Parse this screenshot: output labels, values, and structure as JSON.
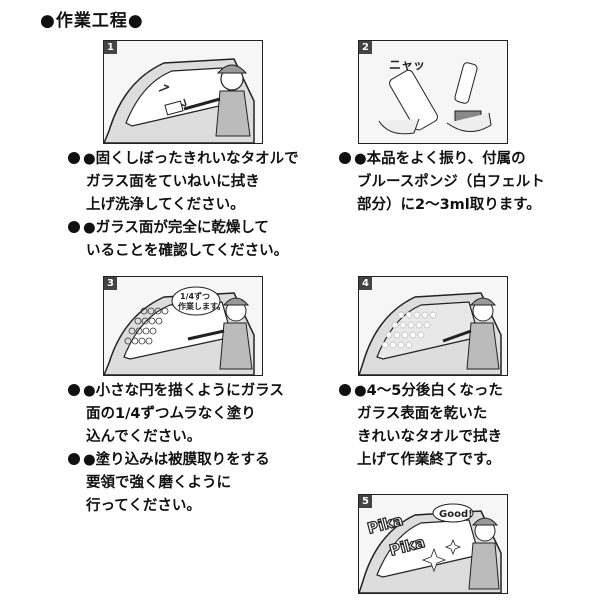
{
  "header": {
    "title": "●作業工程●"
  },
  "steps": [
    {
      "number": "1",
      "lines": [
        "●固くしぼったきれいなタオルで",
        "ガラス面をていねいに拭き",
        "上げ洗浄してください。",
        "●ガラス面が完全に乾燥して",
        "いることを確認してください。"
      ]
    },
    {
      "number": "2",
      "sfx": "ニャッ",
      "lines": [
        "●本品をよく振り、付属の",
        "ブルースポンジ（白フェルト",
        "部分）に2〜3ml取ります。"
      ]
    },
    {
      "number": "3",
      "bubble": [
        "1/4ずつ",
        "作業します。"
      ],
      "lines": [
        "●小さな円を描くようにガラス",
        "面の1/4ずつムラなく塗り",
        "込んでください。",
        "●塗り込みは被膜取りをする",
        "要領で強く磨くように",
        "行ってください。"
      ]
    },
    {
      "number": "4",
      "lines": [
        "●4〜5分後白くなった",
        "ガラス表面を乾いた",
        "きれいなタオルで拭き",
        "上げて作業終了です。"
      ]
    },
    {
      "number": "5",
      "pika1": "Pika",
      "pika2": "Pika",
      "good": "Good!"
    }
  ]
}
